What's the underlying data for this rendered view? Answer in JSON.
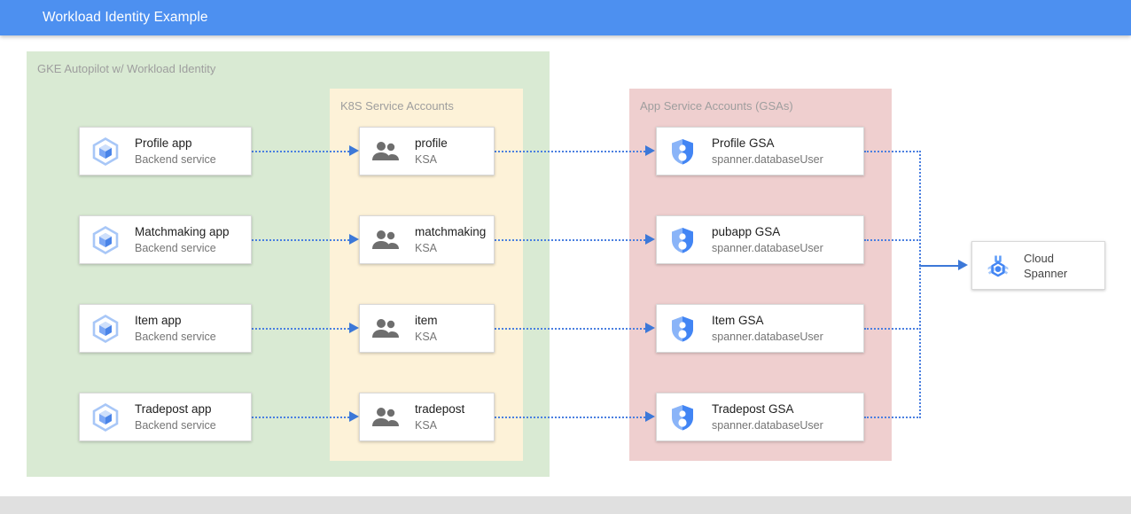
{
  "window": {
    "title": "Workload Identity Example",
    "titlebar_color": "#4d90f0"
  },
  "colors": {
    "gke_group": "#d9ead3",
    "ksa_group": "#fdf2d8",
    "gsa_group": "#efcfcf",
    "connector_dotted": "#4a7fe0",
    "connector_solid": "#3c78d8",
    "card_background": "#ffffff",
    "group_label": "#9e9e9e"
  },
  "groups": [
    {
      "name": "gke-autopilot",
      "label": "GKE Autopilot w/ Workload Identity"
    },
    {
      "name": "k8s-service-accounts",
      "label": "K8S Service Accounts"
    },
    {
      "name": "app-service-accounts",
      "label": "App Service Accounts (GSAs)"
    }
  ],
  "apps": [
    {
      "title": "Profile app",
      "subtitle": "Backend service",
      "icon": "gke-app-icon"
    },
    {
      "title": "Matchmaking app",
      "subtitle": "Backend service",
      "icon": "gke-app-icon"
    },
    {
      "title": "Item app",
      "subtitle": "Backend service",
      "icon": "gke-app-icon"
    },
    {
      "title": "Tradepost app",
      "subtitle": "Backend service",
      "icon": "gke-app-icon"
    }
  ],
  "ksas": [
    {
      "title": "profile",
      "subtitle": "KSA",
      "icon": "people-group-icon"
    },
    {
      "title": "matchmaking",
      "subtitle": "KSA",
      "icon": "people-group-icon"
    },
    {
      "title": "item",
      "subtitle": "KSA",
      "icon": "people-group-icon"
    },
    {
      "title": "tradepost",
      "subtitle": "KSA",
      "icon": "people-group-icon"
    }
  ],
  "gsas": [
    {
      "title": "Profile GSA",
      "subtitle": "spanner.databaseUser",
      "icon": "service-account-shield-icon"
    },
    {
      "title": "pubapp GSA",
      "subtitle": "spanner.databaseUser",
      "icon": "service-account-shield-icon"
    },
    {
      "title": "Item GSA",
      "subtitle": "spanner.databaseUser",
      "icon": "service-account-shield-icon"
    },
    {
      "title": "Tradepost GSA",
      "subtitle": "spanner.databaseUser",
      "icon": "service-account-shield-icon"
    }
  ],
  "datastore": {
    "title_line1": "Cloud",
    "title_line2": "Spanner",
    "icon": "cloud-spanner-icon"
  }
}
